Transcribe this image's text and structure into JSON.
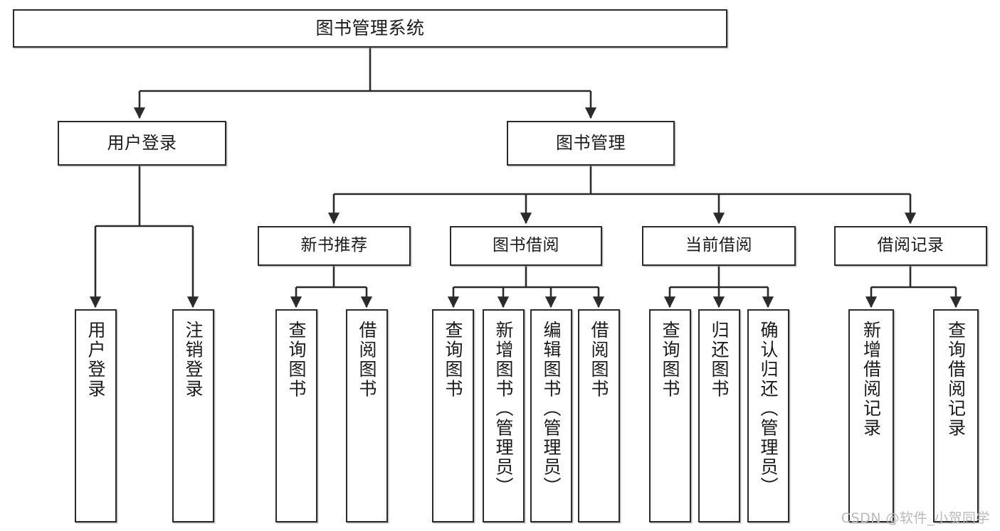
{
  "diagram": {
    "title": "图书管理系统",
    "type": "tree",
    "orientation": "top-down",
    "colors": {
      "box_stroke": "#2b2b2b",
      "box_fill": "#ffffff",
      "connector": "#2b2b2b",
      "text": "#1b1b1b",
      "watermark": "#b9b9b9",
      "canvas": "#ffffff"
    },
    "nodes": {
      "root": {
        "label": "图书管理系统"
      },
      "level2": [
        {
          "id": "user-login",
          "label": "用户登录"
        },
        {
          "id": "book-manage",
          "label": "图书管理"
        }
      ],
      "level3": [
        {
          "id": "new-book-recommend",
          "label": "新书推荐"
        },
        {
          "id": "book-borrow",
          "label": "图书借阅"
        },
        {
          "id": "current-borrow",
          "label": "当前借阅"
        },
        {
          "id": "borrow-record",
          "label": "借阅记录"
        }
      ],
      "leaves": {
        "user-login": [
          {
            "id": "leaf-user-login",
            "label": "用户登录"
          },
          {
            "id": "leaf-user-logout",
            "label": "注销登录"
          }
        ],
        "new-book-recommend": [
          {
            "id": "leaf-query-book-1",
            "label": "查询图书"
          },
          {
            "id": "leaf-borrow-book-1",
            "label": "借阅图书"
          }
        ],
        "book-borrow": [
          {
            "id": "leaf-query-book-2",
            "label": "查询图书"
          },
          {
            "id": "leaf-add-book",
            "label": "新增图书（管理员）"
          },
          {
            "id": "leaf-edit-book",
            "label": "编辑图书（管理员）"
          },
          {
            "id": "leaf-borrow-book-2",
            "label": "借阅图书"
          }
        ],
        "current-borrow": [
          {
            "id": "leaf-query-book-3",
            "label": "查询图书"
          },
          {
            "id": "leaf-return-book",
            "label": "归还图书"
          },
          {
            "id": "leaf-confirm-return",
            "label": "确认归还（管理员）"
          }
        ],
        "borrow-record": [
          {
            "id": "leaf-add-record",
            "label": "新增借阅记录"
          },
          {
            "id": "leaf-query-record",
            "label": "查询借阅记录"
          }
        ]
      }
    },
    "watermark": "CSDN @软件_小贺同学"
  }
}
